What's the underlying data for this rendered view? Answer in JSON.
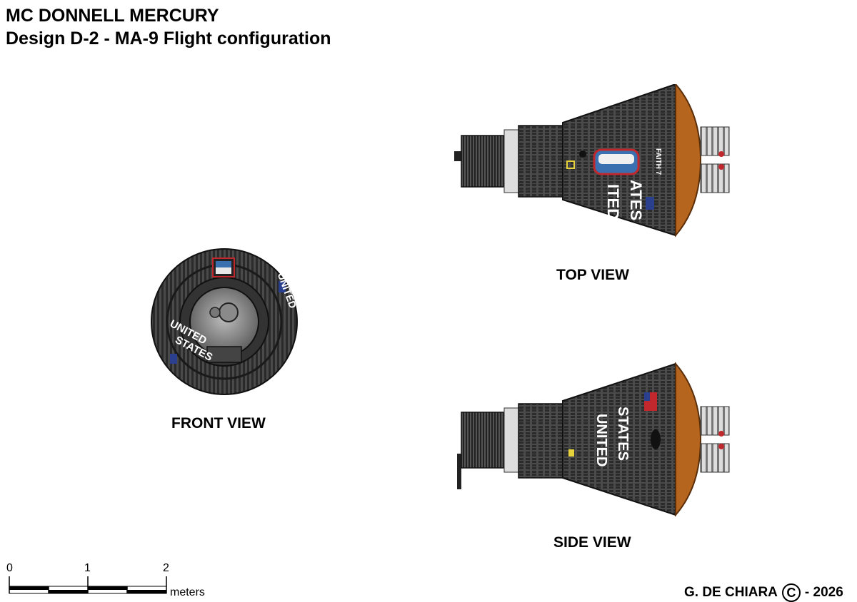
{
  "header": {
    "title": "MC DONNELL MERCURY",
    "subtitle": "Design D-2  - MA-9 Flight configuration"
  },
  "views": {
    "front": "FRONT VIEW",
    "top": "TOP VIEW",
    "side": "SIDE VIEW"
  },
  "scale": {
    "ticks": [
      "0",
      "1",
      "2"
    ],
    "unit": "meters"
  },
  "credit": {
    "author": "G. DE CHIARA",
    "symbol": "C",
    "year": "- 2026"
  },
  "markings": {
    "hull_text_1": "UNITED",
    "hull_text_2": "STATES",
    "top_hull_1": "ITED",
    "top_hull_2": "ATES",
    "mission_name": "FAITH 7"
  },
  "colors": {
    "hull": "#3a3a3a",
    "heat_shield": "#b5651d",
    "window_blue": "#3a6fb0",
    "flag_red": "#c0282d",
    "flag_blue": "#2b3f8f"
  }
}
